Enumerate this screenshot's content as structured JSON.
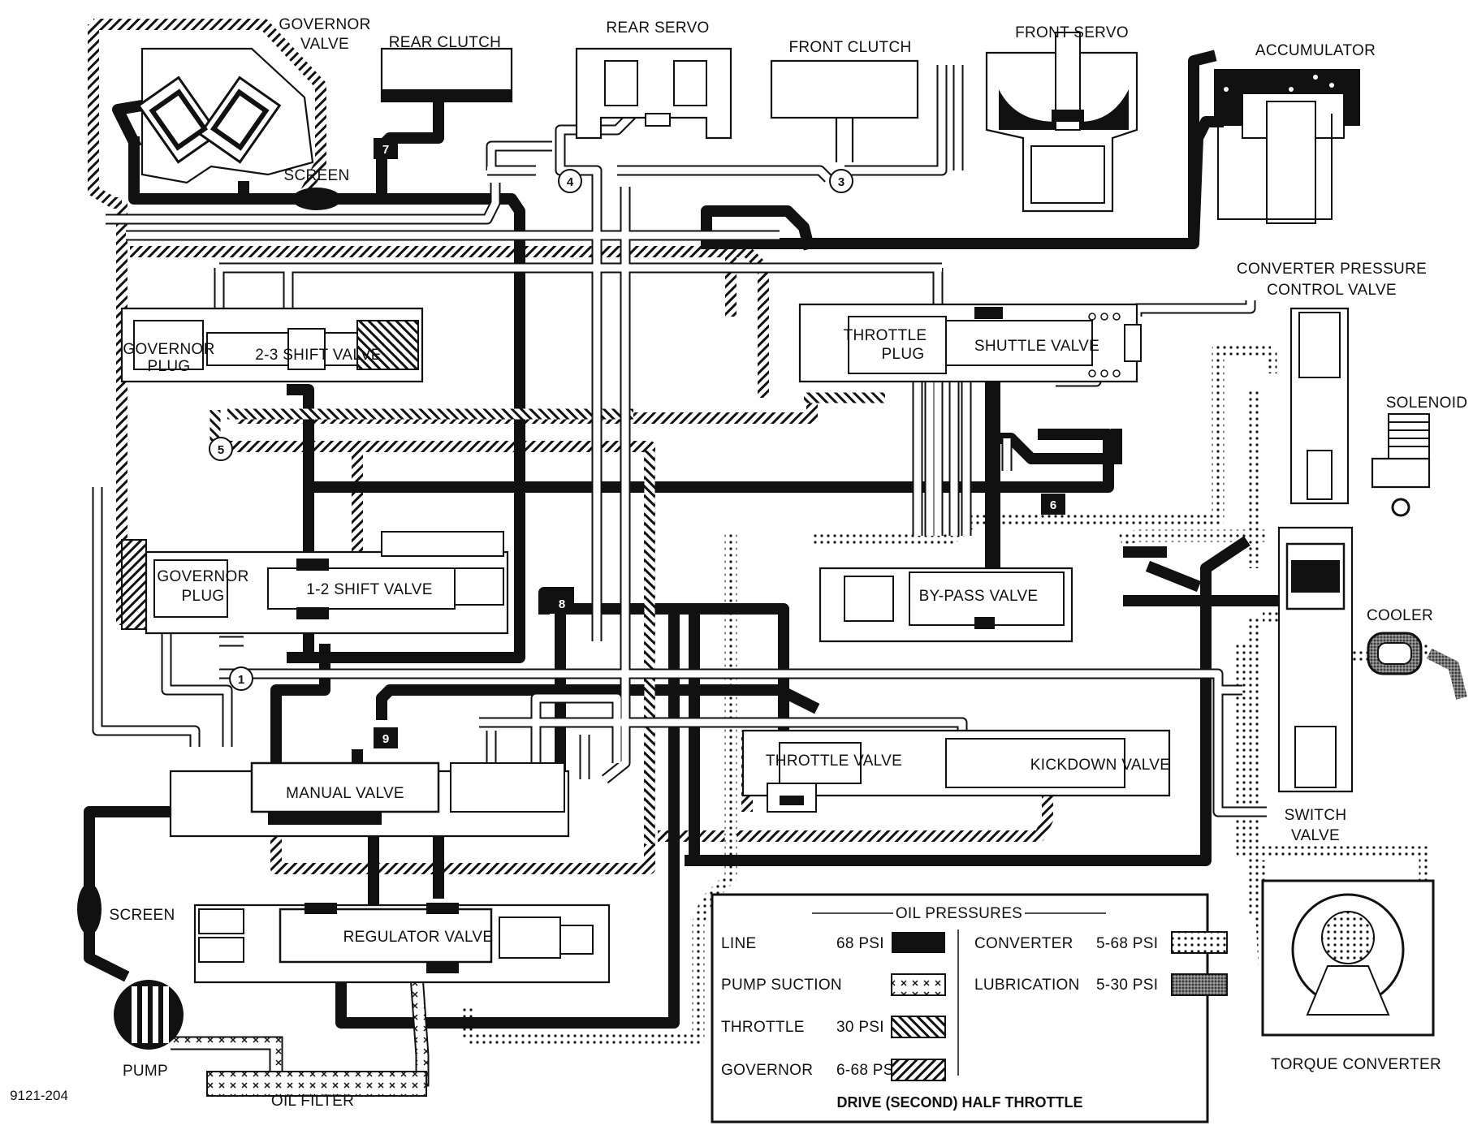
{
  "labels": {
    "governor_valve": [
      "GOVERNOR",
      "VALVE"
    ],
    "rear_clutch": "REAR CLUTCH",
    "rear_servo": "REAR SERVO",
    "front_clutch": "FRONT CLUTCH",
    "front_servo": "FRONT SERVO",
    "accumulator": "ACCUMULATOR",
    "screen_top": "SCREEN",
    "governor_plug_top": [
      "GOVERNOR",
      "PLUG"
    ],
    "shift_2_3": "2-3 SHIFT VALVE",
    "throttle_plug": [
      "THROTTLE",
      "PLUG"
    ],
    "shuttle_valve": "SHUTTLE VALVE",
    "converter_pressure_control_valve": [
      "CONVERTER PRESSURE",
      "CONTROL VALVE"
    ],
    "solenoid": "SOLENOID",
    "governor_plug_mid": [
      "GOVERNOR",
      "PLUG"
    ],
    "shift_1_2": "1-2 SHIFT VALVE",
    "by_pass_valve": "BY-PASS VALVE",
    "cooler": "COOLER",
    "manual_valve": "MANUAL VALVE",
    "throttle_valve": "THROTTLE VALVE",
    "kickdown_valve": "KICKDOWN VALVE",
    "switch_valve": [
      "SWITCH",
      "VALVE"
    ],
    "screen_bottom": "SCREEN",
    "regulator_valve": "REGULATOR VALVE",
    "pump": "PUMP",
    "oil_filter": "OIL FILTER",
    "torque_converter": "TORQUE CONVERTER",
    "figure_id": "9121-204"
  },
  "circuit_numbers": [
    "1",
    "3",
    "4",
    "5",
    "6",
    "7",
    "8",
    "9"
  ],
  "legend": {
    "heading": "OIL PRESSURES",
    "items": [
      {
        "name": "LINE",
        "value": "68 PSI",
        "pattern": "solid-black"
      },
      {
        "name": "PUMP SUCTION",
        "value": "",
        "pattern": "crosses"
      },
      {
        "name": "THROTTLE",
        "value": "30 PSI",
        "pattern": "hatch-forward"
      },
      {
        "name": "GOVERNOR",
        "value": "6-68 PSI",
        "pattern": "hatch-back"
      },
      {
        "name": "CONVERTER",
        "value": "5-68 PSI",
        "pattern": "dots"
      },
      {
        "name": "LUBRICATION",
        "value": "5-30 PSI",
        "pattern": "fine-stipple"
      }
    ],
    "footer": "DRIVE (SECOND) HALF THROTTLE"
  }
}
